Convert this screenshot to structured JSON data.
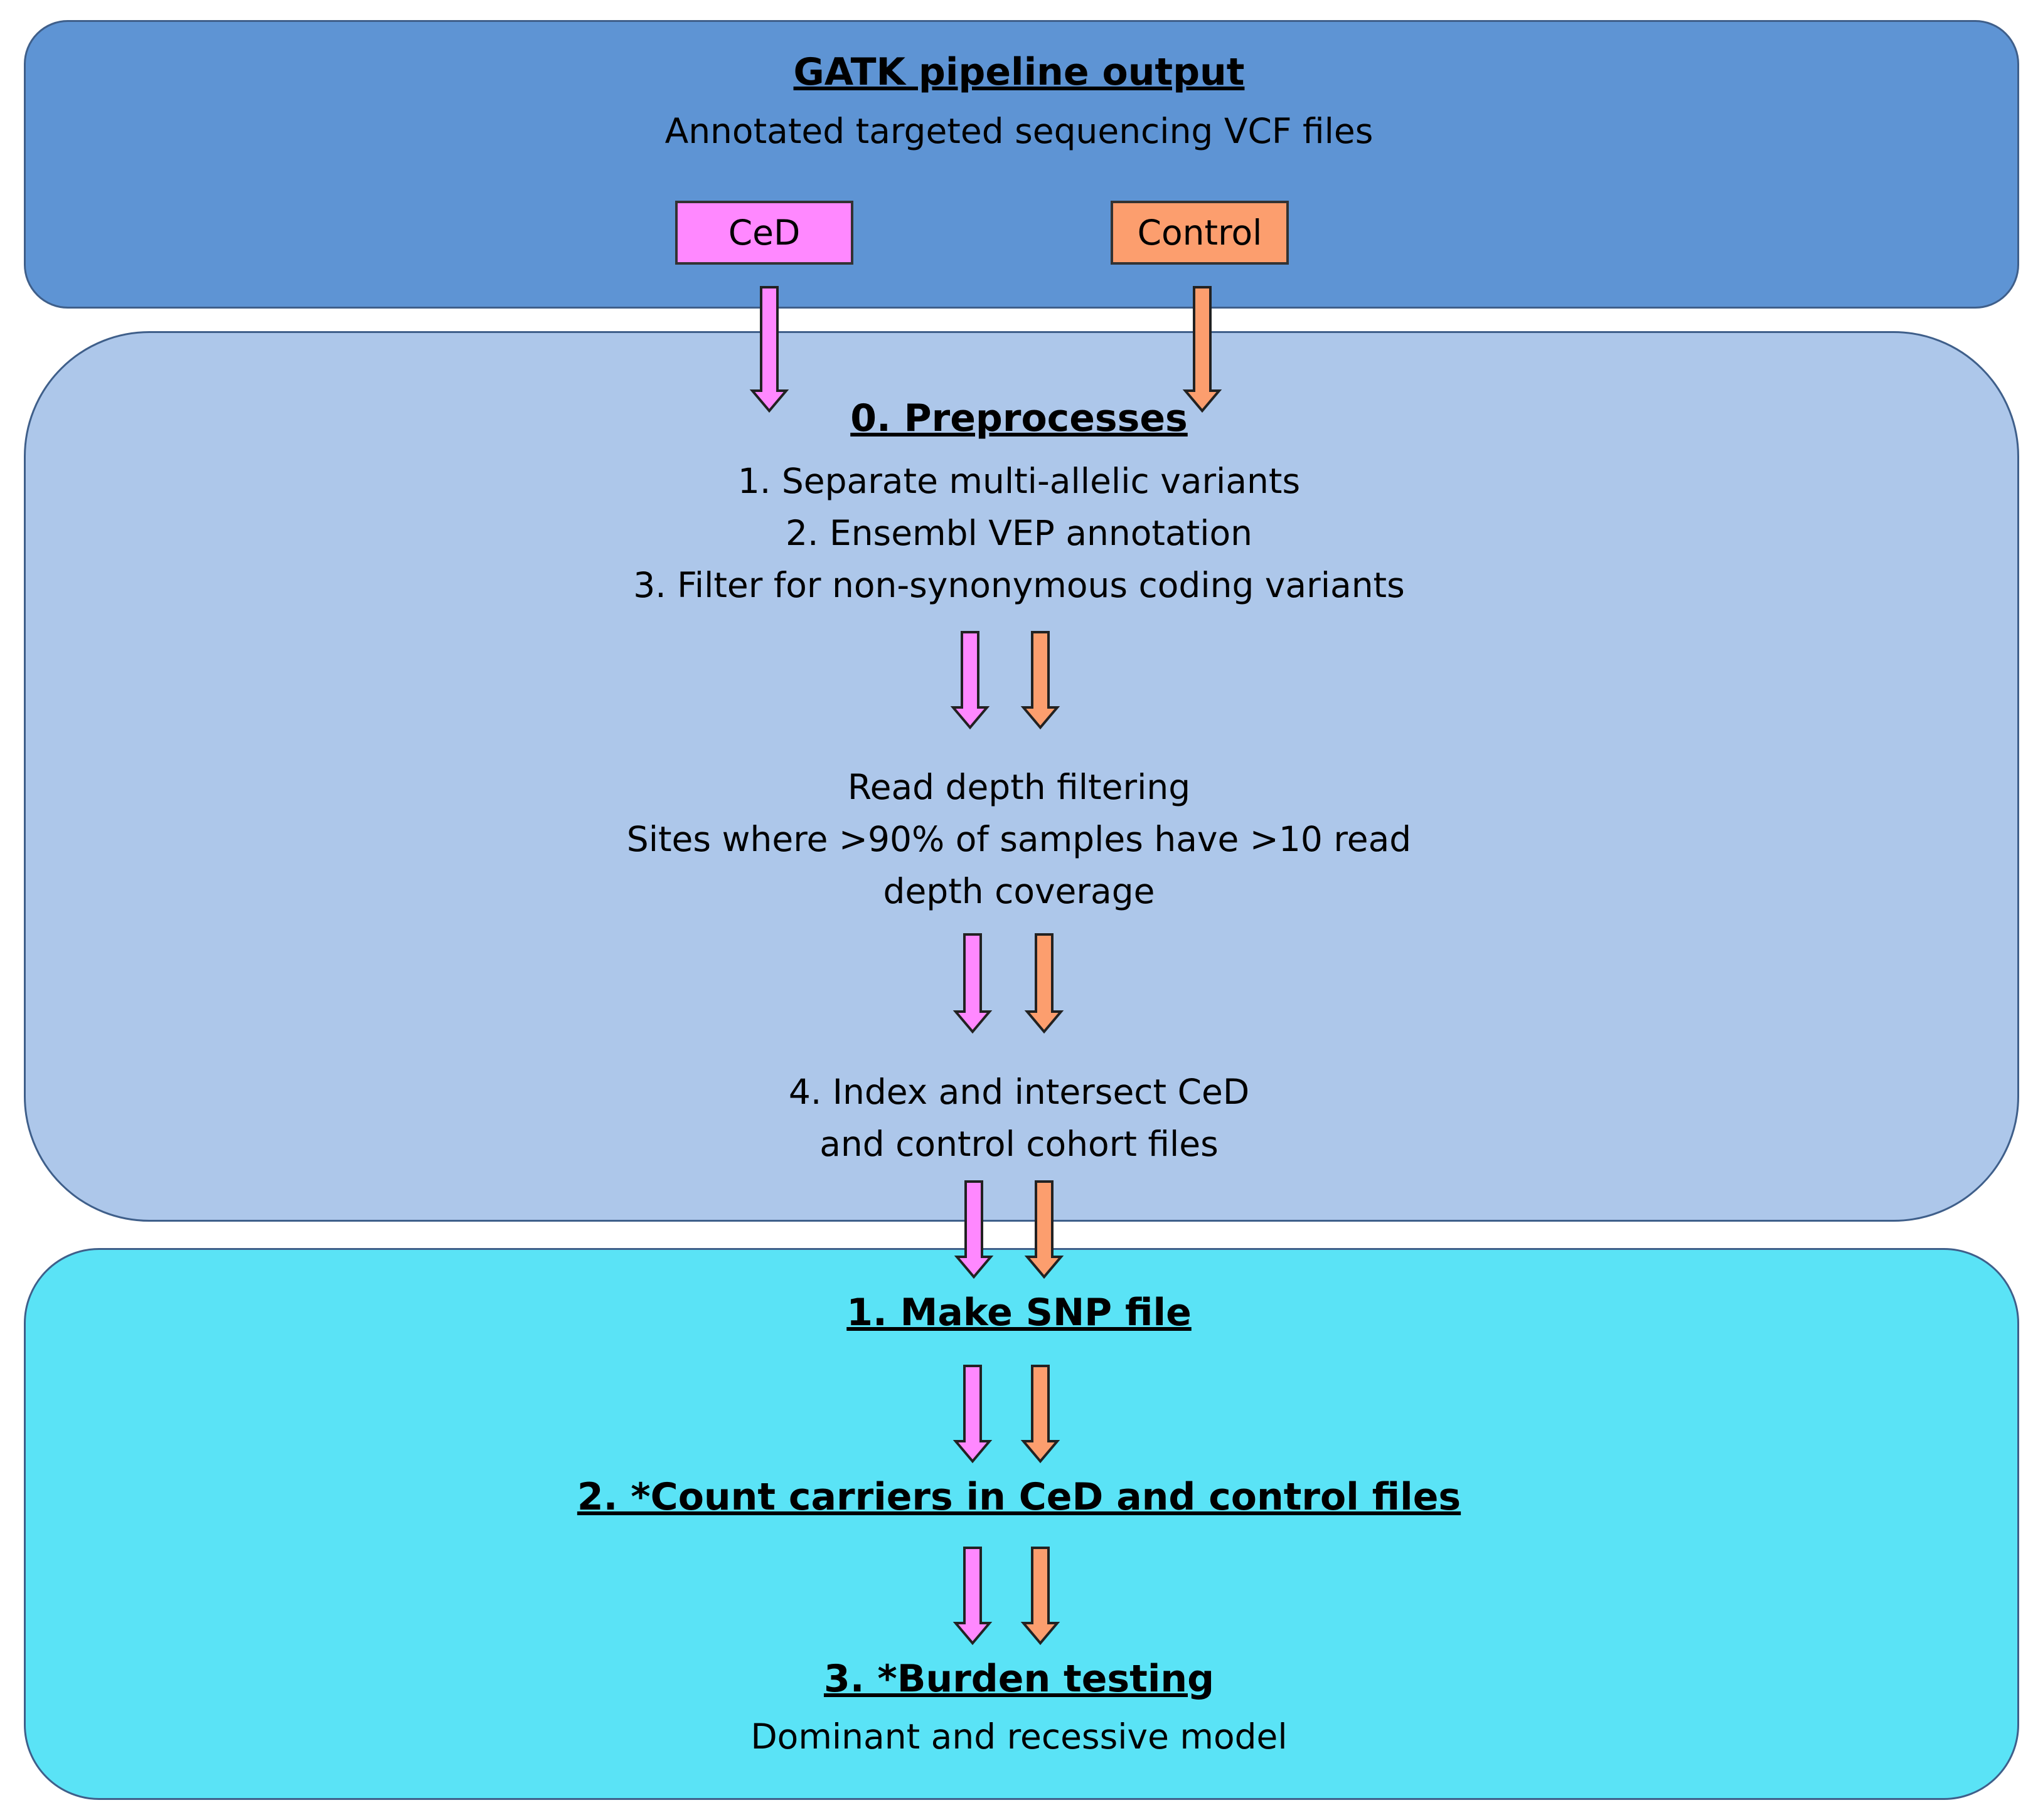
{
  "header": {
    "title": "GATK pipeline output",
    "subtitle": "Annotated targeted sequencing VCF files",
    "tags": {
      "ced": "CeD",
      "control": "Control"
    }
  },
  "preprocess": {
    "title": "0. Preprocesses",
    "steps": [
      "1. Separate multi-allelic variants",
      "2. Ensembl VEP annotation",
      "3. Filter for non-synonymous coding variants"
    ],
    "depth_filter": [
      "Read depth filtering",
      "Sites where >90% of samples have >10 read",
      "depth coverage"
    ],
    "intersect": [
      "4. Index and intersect CeD",
      "and control cohort files"
    ]
  },
  "analysis": {
    "step1": "1. Make SNP file",
    "step2": "2. *Count carriers in CeD and control files",
    "step3": "3. *Burden testing",
    "step3_note": "Dominant and recessive model"
  },
  "colors": {
    "ced_arrow": "#ff88ff",
    "control_arrow": "#fc9e6e",
    "top_panel": "#5e94d4",
    "mid_panel": "#adc7ea",
    "bottom_panel": "#5ae3f6"
  }
}
